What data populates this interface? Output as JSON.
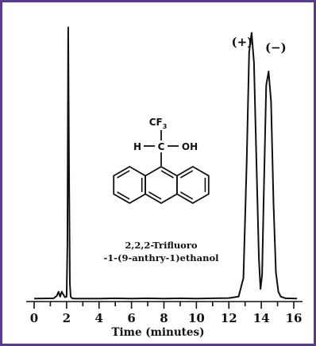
{
  "chart_data": {
    "type": "line",
    "title": "",
    "xlabel": "Time (minutes)",
    "ylabel": "",
    "xlim": [
      0,
      16.5
    ],
    "ylim": [
      0,
      1.0
    ],
    "xticks": [
      "0",
      "2",
      "4",
      "6",
      "8",
      "10",
      "12",
      "14",
      "16"
    ],
    "xtick_values": [
      0,
      2,
      4,
      6,
      8,
      10,
      12,
      14,
      16
    ],
    "grid": false,
    "series": [
      {
        "x": [
          0.0,
          1.2,
          1.4,
          1.5,
          1.6,
          1.7,
          1.8,
          1.9,
          2.0,
          2.05,
          2.1,
          2.15,
          2.2,
          2.25,
          2.35,
          2.5,
          3.0,
          4.0,
          5.0,
          6.0,
          7.0,
          8.0,
          9.0,
          10.0,
          11.0,
          12.0,
          12.6,
          12.9,
          13.1,
          13.25,
          13.4,
          13.55,
          13.7,
          13.85,
          13.95,
          14.05,
          14.15,
          14.3,
          14.45,
          14.6,
          14.75,
          14.9,
          15.05,
          15.2,
          15.5,
          16.2
        ],
        "y": [
          0.005,
          0.006,
          0.015,
          0.03,
          0.012,
          0.03,
          0.02,
          0.01,
          0.012,
          0.2,
          0.99,
          0.5,
          0.06,
          0.012,
          0.006,
          0.005,
          0.005,
          0.005,
          0.006,
          0.005,
          0.006,
          0.005,
          0.006,
          0.005,
          0.006,
          0.007,
          0.012,
          0.08,
          0.5,
          0.9,
          0.97,
          0.86,
          0.5,
          0.15,
          0.04,
          0.09,
          0.38,
          0.78,
          0.83,
          0.72,
          0.35,
          0.1,
          0.03,
          0.012,
          0.006,
          0.005
        ]
      }
    ],
    "annotations": [
      {
        "text": "(+)",
        "x": 13.4
      },
      {
        "text": "(−)",
        "x": 14.5
      }
    ],
    "molecule": {
      "top_group": "CF",
      "top_group_subscript": "3",
      "left_atom": "H",
      "center_atom": "C",
      "right_group": "OH",
      "name_line1": "2,2,2-Trifluoro",
      "name_line2": "-1-(9-anthry-1)ethanol"
    }
  }
}
